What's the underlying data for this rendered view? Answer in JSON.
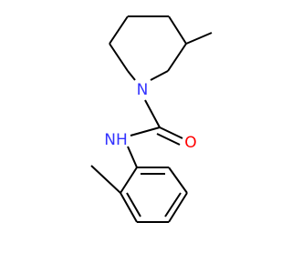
{
  "molecule": {
    "atom_labels": {
      "ring_nitrogen": "N",
      "amide_nh": "NH",
      "carbonyl_oxygen": "O"
    },
    "colors": {
      "bond": "#000000",
      "nitrogen": "#3333ff",
      "oxygen": "#ff0000",
      "background": "#ffffff"
    }
  }
}
